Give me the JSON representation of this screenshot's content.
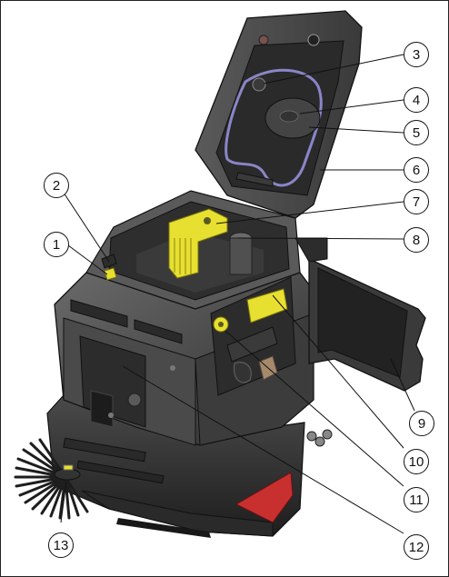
{
  "diagram": {
    "callouts": [
      {
        "id": "1",
        "label": "1"
      },
      {
        "id": "2",
        "label": "2"
      },
      {
        "id": "3",
        "label": "3"
      },
      {
        "id": "4",
        "label": "4"
      },
      {
        "id": "5",
        "label": "5"
      },
      {
        "id": "6",
        "label": "6"
      },
      {
        "id": "7",
        "label": "7"
      },
      {
        "id": "8",
        "label": "8"
      },
      {
        "id": "9",
        "label": "9"
      },
      {
        "id": "10",
        "label": "10"
      },
      {
        "id": "11",
        "label": "11"
      },
      {
        "id": "12",
        "label": "12"
      },
      {
        "id": "13",
        "label": "13"
      }
    ],
    "colors": {
      "body_dark": "#3a3a3a",
      "body_mid": "#555555",
      "body_light": "#7a7a7a",
      "highlight_yellow": "#e8e030",
      "hose_purple": "#8a86c8",
      "accent_red": "#c83030",
      "brush_black": "#1e1e1e"
    }
  }
}
